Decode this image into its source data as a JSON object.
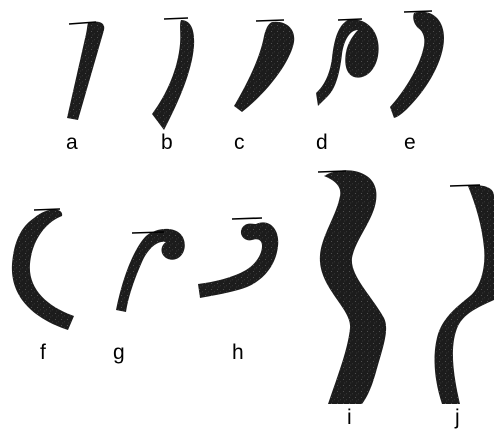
{
  "colors": {
    "shape_fill": "#1f1f1f",
    "cap_stroke": "#000000",
    "background": "#ffffff",
    "label": "#000000"
  },
  "labels": {
    "a": "a",
    "b": "b",
    "c": "c",
    "d": "d",
    "e": "e",
    "f": "f",
    "g": "g",
    "h": "h",
    "i": "i",
    "j": "j"
  }
}
